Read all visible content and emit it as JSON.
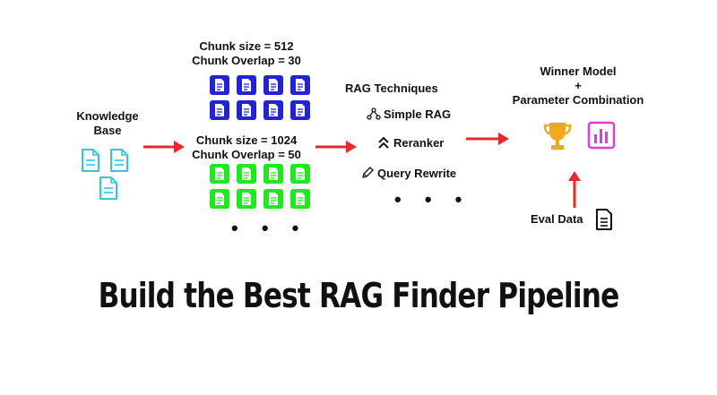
{
  "knowledge_base": {
    "title_line1": "Knowledge",
    "title_line2": "Base"
  },
  "chunks": [
    {
      "size_label": "Chunk size = 512",
      "overlap_label": "Chunk Overlap = 30",
      "color": "#2323d6"
    },
    {
      "size_label": "Chunk size = 1024",
      "overlap_label": "Chunk Overlap = 50",
      "color": "#1ee81e"
    }
  ],
  "chunks_more": "• • •",
  "techniques": {
    "title": "RAG Techniques",
    "items": [
      {
        "label": "Simple RAG",
        "icon": "nodes-icon"
      },
      {
        "label": "Reranker",
        "icon": "chevrons-up-icon"
      },
      {
        "label": "Query Rewrite",
        "icon": "pencil-icon"
      }
    ],
    "more": "• • •"
  },
  "winner": {
    "line1": "Winner Model",
    "line2": "+",
    "line3": "Parameter Combination"
  },
  "eval_data": {
    "label": "Eval Data"
  },
  "colors": {
    "kb_doc": "#38c3dc",
    "arrow": "#e42a2a",
    "trophy": "#f2a81d",
    "chart": "#e23ad8"
  },
  "title": "Build the Best RAG Finder Pipeline"
}
